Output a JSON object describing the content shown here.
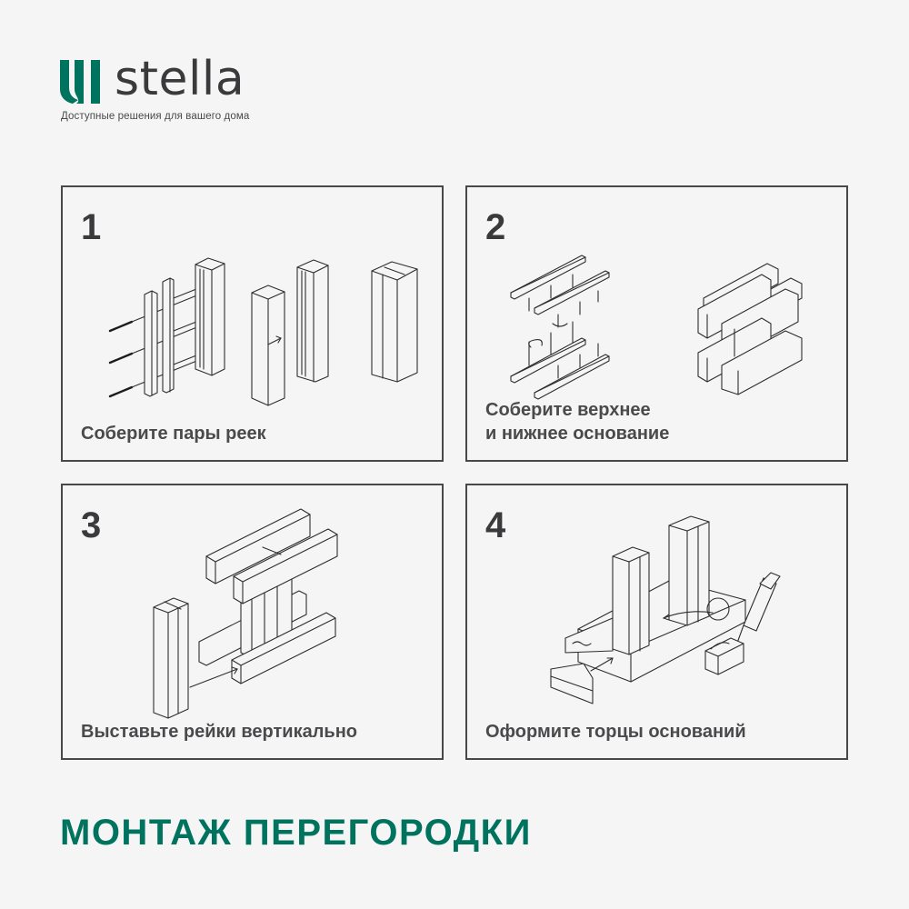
{
  "brand": {
    "name": "stella",
    "tagline": "Доступные решения для вашего дома",
    "logo_icon": "stella-logo-mark-icon",
    "accent_color": "#00735f",
    "text_color": "#3a3a3d"
  },
  "steps": [
    {
      "number": "1",
      "caption": "Соберите пары реек",
      "illustration": "rail-pairs-assembly-illustration"
    },
    {
      "number": "2",
      "caption": "Соберите верхнее\nи нижнее основание",
      "illustration": "top-bottom-base-assembly-illustration"
    },
    {
      "number": "3",
      "caption": "Выставьте рейки вертикально",
      "illustration": "vertical-rails-placement-illustration"
    },
    {
      "number": "4",
      "caption": "Оформите торцы оснований",
      "illustration": "base-ends-finishing-illustration"
    }
  ],
  "page_title": "МОНТАЖ ПЕРЕГОРОДКИ"
}
